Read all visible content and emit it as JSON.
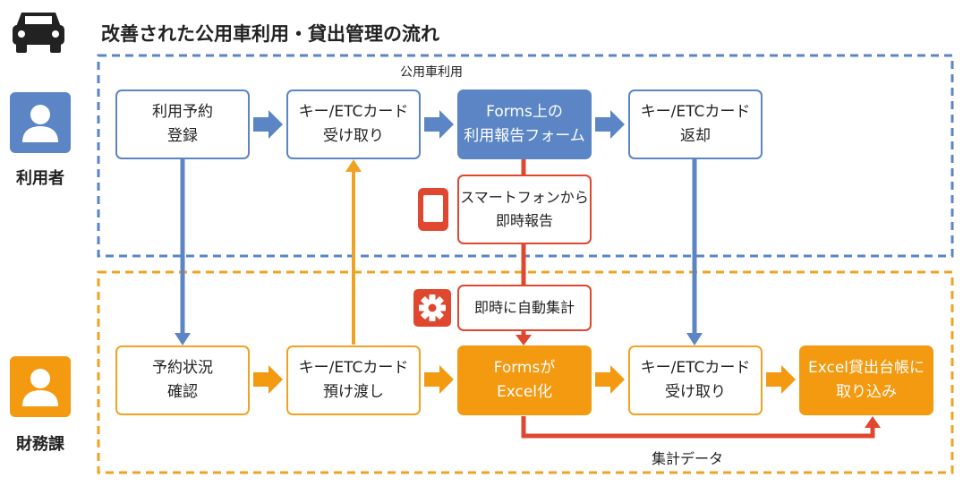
{
  "title": "改善された公用車利用・貸出管理の流れ",
  "zones": {
    "user_zone_label": "公用車利用"
  },
  "roles": {
    "user": "利用者",
    "finance": "財務課"
  },
  "nodes": {
    "reserve": "利用予約\n登録",
    "key_receive_user": "キー/ETCカード\n受け取り",
    "forms_report": "Forms上の\n利用報告フォーム",
    "key_return": "キー/ETCカード\n返却",
    "smartphone_report": "スマートフォンから\n即時報告",
    "auto_aggregate": "即時に自動集計",
    "reserve_check": "予約状況\n確認",
    "key_handover": "キー/ETCカード\n預け渡し",
    "forms_excel": "Formsが\nExcel化",
    "key_receive_finance": "キー/ETCカード\n受け取り",
    "excel_ledger": "Excel貸出台帳に\n取り込み"
  },
  "edge_labels": {
    "aggregate_data": "集計データ"
  },
  "icons": {
    "car": "car-icon",
    "user": "person-icon",
    "finance": "person-icon",
    "smartphone": "smartphone-icon",
    "gear": "gear-icon"
  },
  "colors": {
    "blue": "#5b85c4",
    "orange": "#f39a11",
    "red": "#e0472f",
    "dark": "#222222"
  }
}
